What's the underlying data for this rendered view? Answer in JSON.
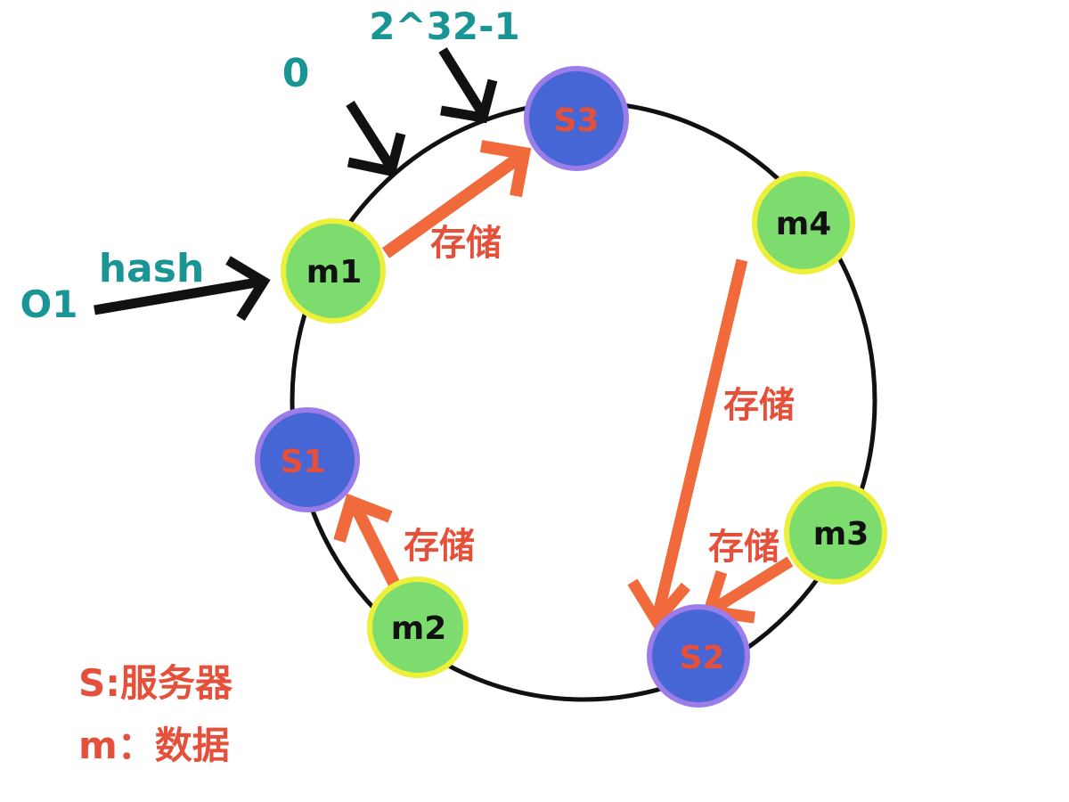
{
  "colors": {
    "teal": "#1a9596",
    "red_text": "#e5503a",
    "arrow_orange": "#f06a3c",
    "ring": "#111111",
    "server_fill": "#4566d4",
    "server_stroke": "#9a7de8",
    "data_fill": "#7ddc6e",
    "data_stroke": "#ecf03a"
  },
  "labels": {
    "zero": "0",
    "max": "2^32-1",
    "hash": "hash",
    "object": "O1",
    "store": "存储"
  },
  "nodes": {
    "s1": {
      "label": "S1",
      "kind": "server"
    },
    "s2": {
      "label": "S2",
      "kind": "server"
    },
    "s3": {
      "label": "S3",
      "kind": "server"
    },
    "m1": {
      "label": "m1",
      "kind": "data"
    },
    "m2": {
      "label": "m2",
      "kind": "data"
    },
    "m3": {
      "label": "m3",
      "kind": "data"
    },
    "m4": {
      "label": "m4",
      "kind": "data"
    }
  },
  "edges": [
    {
      "from": "m1",
      "to": "s3",
      "label": "存储"
    },
    {
      "from": "m2",
      "to": "s1",
      "label": "存储"
    },
    {
      "from": "m3",
      "to": "s2",
      "label": "存储"
    },
    {
      "from": "m4",
      "to": "s2",
      "label": "存储"
    }
  ],
  "legend": {
    "server": "S:服务器",
    "data": "m：数据"
  }
}
